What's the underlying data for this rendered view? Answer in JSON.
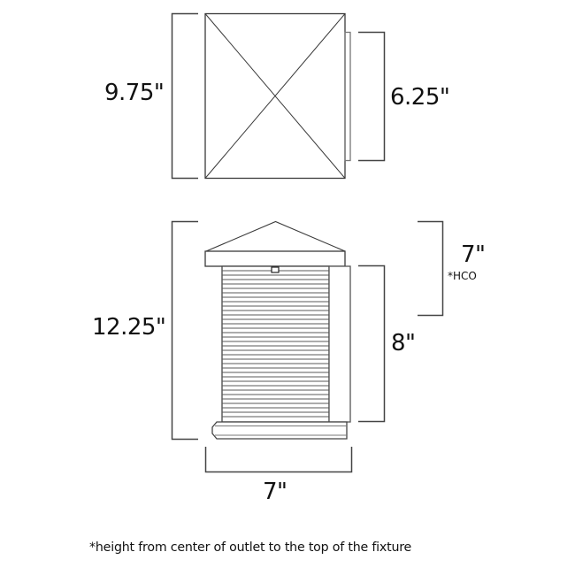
{
  "top_view": {
    "label": "top-view",
    "height_dimension": "9.75\"",
    "backplate_dimension": "6.25\""
  },
  "side_view": {
    "label": "side-view",
    "height_dimension": "12.25\"",
    "backplate_dimension": "8\"",
    "hco_dimension": "7\"",
    "hco_label": "*HCO",
    "width_dimension": "7\"",
    "louvre_count": 35
  },
  "footnote": "*height from center of outlet to the top of the fixture",
  "colors": {
    "line": "#3a3a3a",
    "fill": "#ffffff",
    "louvre": "#555555",
    "text": "#111111"
  }
}
